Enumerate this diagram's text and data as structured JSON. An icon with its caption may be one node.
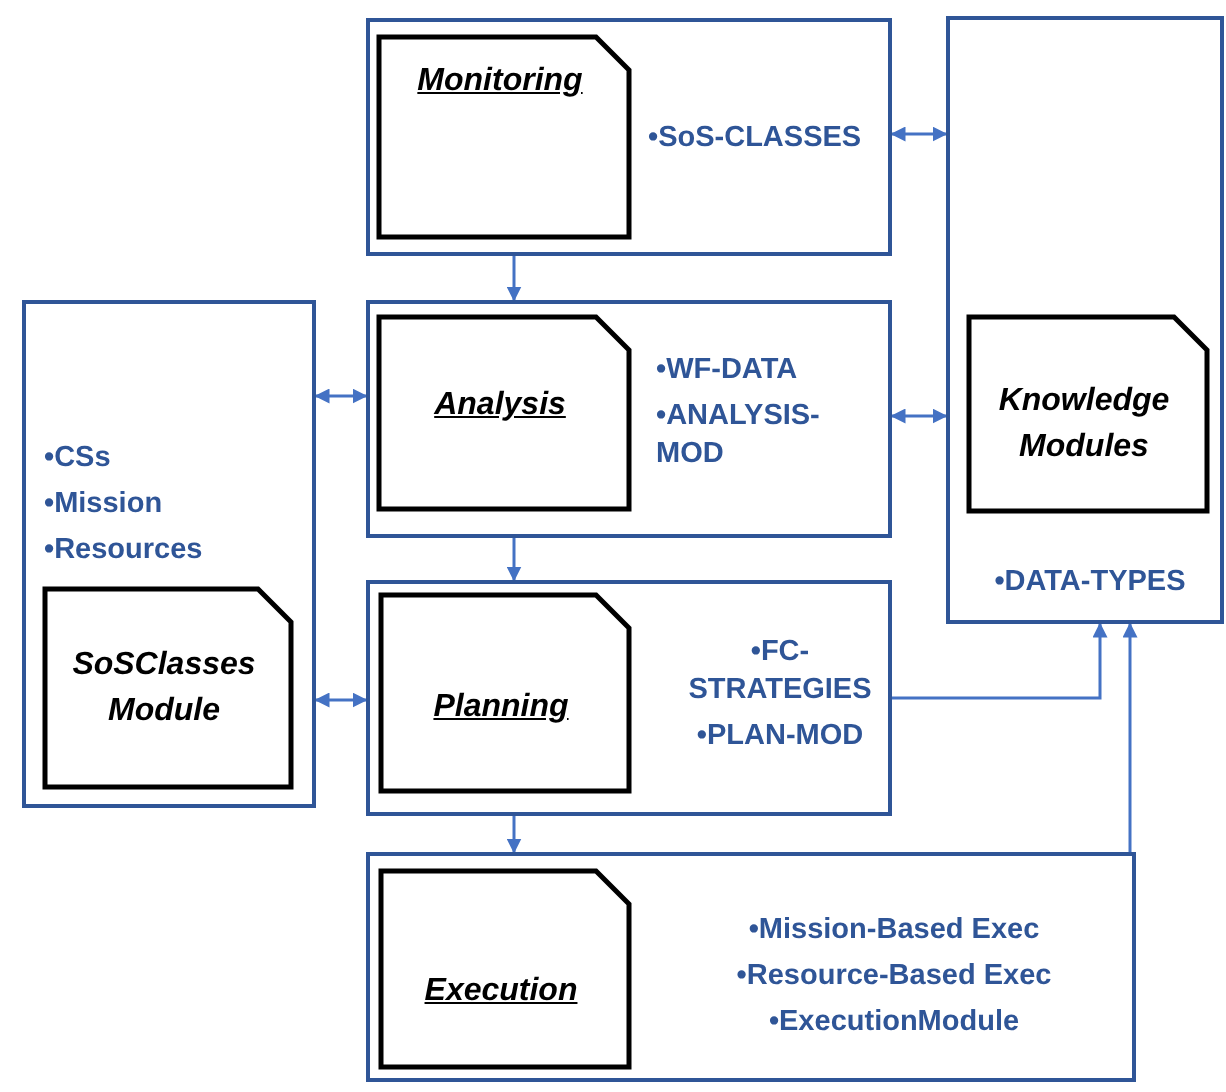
{
  "diagram": {
    "nodes": [
      {
        "text": [
          "•SoS-CLASSES"
        ]
      },
      {
        "text": [
          "Monitoring"
        ],
        "in": 0
      },
      {
        "text": [
          "•DATA-TYPES"
        ]
      },
      {
        "text": [
          "Knowledge Modules"
        ],
        "in": 2
      },
      {
        "text": [
          "•CSs",
          "•Mission",
          "•Resources"
        ]
      },
      {
        "text": [
          "SoSClasses Module"
        ],
        "in": 4
      },
      {
        "text": [
          "•WF-DATA",
          "•ANALYSIS-MOD"
        ]
      },
      {
        "text": [
          "Analysis"
        ],
        "in": 6
      },
      {
        "text": [
          "•FC-STRATEGIES",
          "•PLAN-MOD"
        ]
      },
      {
        "text": [
          "Planning"
        ],
        "in": 8
      },
      {
        "text": [
          "•Mission-Based Exec",
          "•Resource-Based Exec",
          "•ExecutionModule"
        ]
      },
      {
        "text": [
          "Execution"
        ],
        "in": 10
      }
    ],
    "edges": [
      {
        "from": 0,
        "to": 6,
        "arrow": "to"
      },
      {
        "from": 6,
        "to": 8,
        "arrow": "to"
      },
      {
        "from": 8,
        "to": 10,
        "arrow": "to"
      },
      {
        "from": 0,
        "to": 2,
        "arrow": "both"
      },
      {
        "from": 6,
        "to": 2,
        "arrow": "both"
      },
      {
        "from": 4,
        "to": 6,
        "arrow": "both"
      },
      {
        "from": 4,
        "to": 8,
        "arrow": "both"
      },
      {
        "from": 8,
        "to": 2,
        "arrow": "to"
      },
      {
        "from": 10,
        "to": 2,
        "arrow": "to"
      }
    ]
  }
}
